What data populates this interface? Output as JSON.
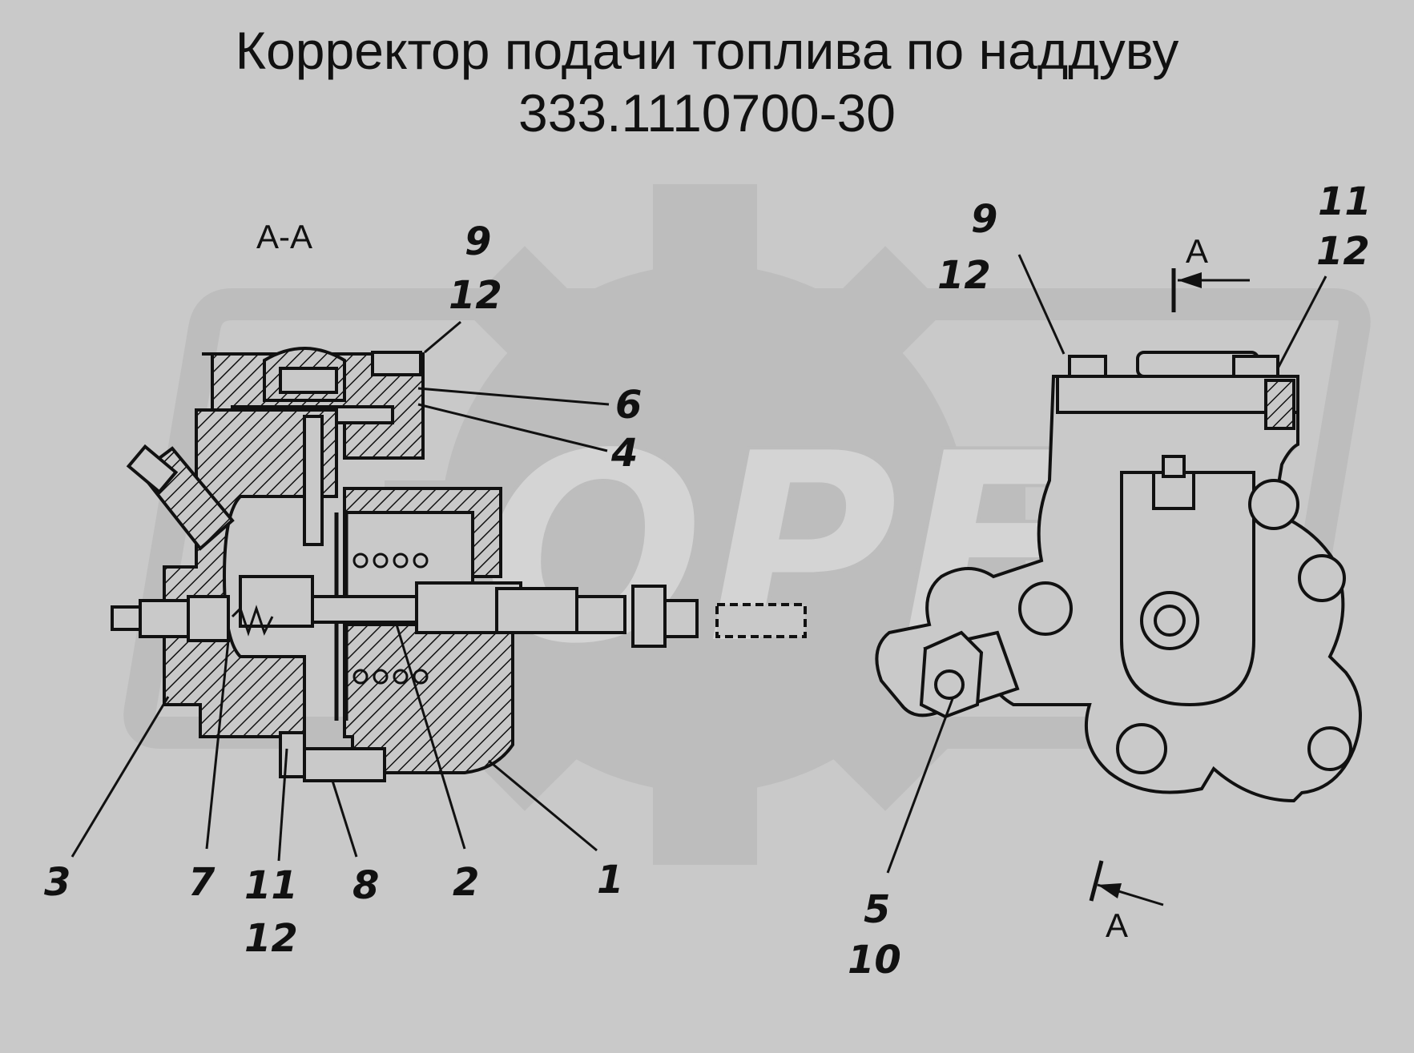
{
  "title": {
    "line1": "Корректор подачи топлива по наддуву",
    "line2": "333.1110700-30"
  },
  "section_label": "A-A",
  "view_marks": {
    "top": "A",
    "bottom": "A"
  },
  "callouts": {
    "c1": "1",
    "c2": "2",
    "c3": "3",
    "c4": "4",
    "c5": "5",
    "c6": "6",
    "c7": "7",
    "c8": "8",
    "c9a": "9",
    "c12a": "12",
    "c9b": "9",
    "c12b": "12",
    "c11a": "11",
    "c12c": "12",
    "c11b": "11",
    "c12d": "12",
    "c10": "10"
  },
  "watermark": "OPEX",
  "colors": {
    "background": "#c9c9c9",
    "line": "#111111",
    "watermark": "#bdbdbd"
  }
}
